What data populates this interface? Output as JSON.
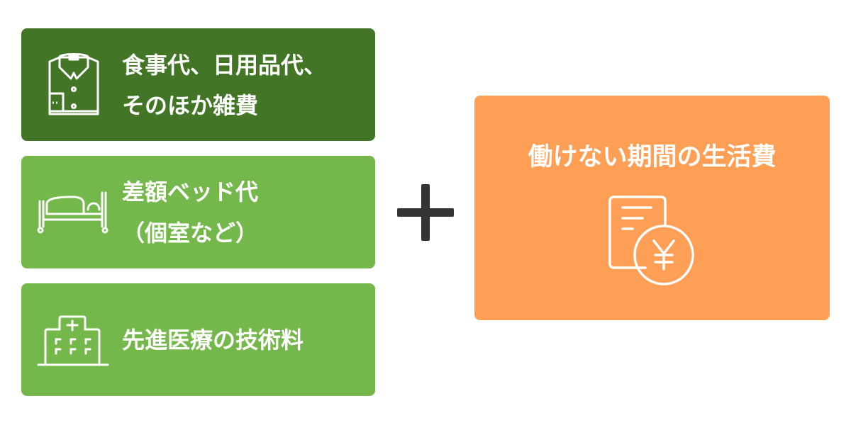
{
  "items": [
    {
      "line1": "食事代、日用品代、",
      "line2": "そのほか雑費",
      "icon": "shirt-icon"
    },
    {
      "line1": "差額ベッド代",
      "line2": "（個室など）",
      "icon": "bed-icon"
    },
    {
      "line1": "先進医療の技術料",
      "icon": "hospital-icon"
    }
  ],
  "operator": "plus",
  "result": {
    "title": "働けない期間の生活費",
    "icon": "yen-document-icon"
  },
  "colors": {
    "dark_green": "#437526",
    "light_green": "#74b74a",
    "orange": "#ff9f55",
    "plus": "#333333"
  }
}
